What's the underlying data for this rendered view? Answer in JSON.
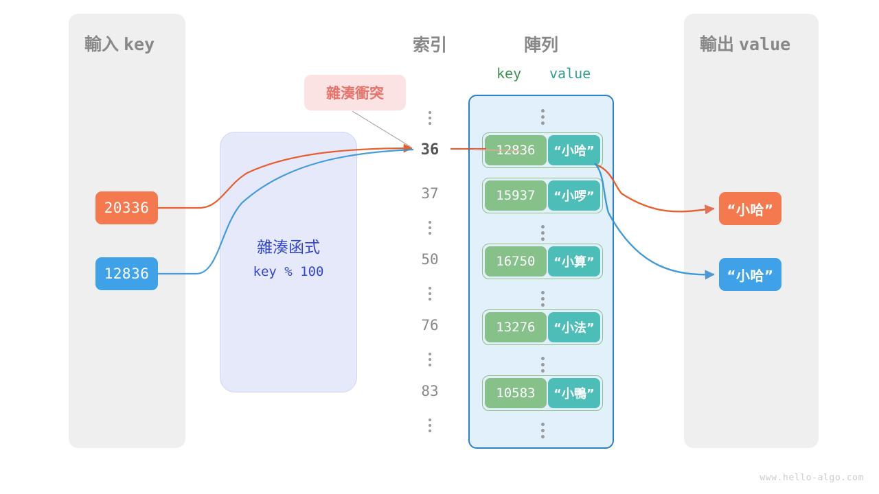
{
  "watermark": "www.hello-algo.com",
  "input_panel": {
    "title_cjk": "輸入",
    "title_mono": "key",
    "keys": [
      {
        "value": "20336",
        "color": "#f4794f"
      },
      {
        "value": "12836",
        "color": "#3fa2e8"
      }
    ]
  },
  "hash_function": {
    "title": "雜湊函式",
    "formula": "key % 100",
    "color": "#3347cf"
  },
  "collision": {
    "label": "雜湊衝突",
    "text_color": "#e8736b",
    "bg_color": "#fbe3e3"
  },
  "index_column": {
    "header": "索引",
    "entries": [
      {
        "type": "dots"
      },
      {
        "type": "index",
        "label": "36",
        "highlight": true
      },
      {
        "type": "index",
        "label": "37",
        "highlight": false
      },
      {
        "type": "dots"
      },
      {
        "type": "index",
        "label": "50",
        "highlight": false
      },
      {
        "type": "dots"
      },
      {
        "type": "index",
        "label": "76",
        "highlight": false
      },
      {
        "type": "dots"
      },
      {
        "type": "index",
        "label": "83",
        "highlight": false
      },
      {
        "type": "dots"
      }
    ]
  },
  "array": {
    "header": "陣列",
    "key_header": "key",
    "value_header": "value",
    "key_header_color": "#3f8f52",
    "value_header_color": "#2f9e92",
    "buckets": [
      {
        "key": "12836",
        "value": "“小哈”"
      },
      {
        "key": "15937",
        "value": "“小啰”"
      },
      {
        "key": "16750",
        "value": "“小算”"
      },
      {
        "key": "13276",
        "value": "“小法”"
      },
      {
        "key": "10583",
        "value": "“小鴨”"
      }
    ]
  },
  "output_panel": {
    "title_cjk": "輸出",
    "title_mono": "value",
    "values": [
      {
        "value": "“小哈”",
        "color": "#f4794f"
      },
      {
        "value": "“小哈”",
        "color": "#3fa2e8"
      }
    ]
  }
}
